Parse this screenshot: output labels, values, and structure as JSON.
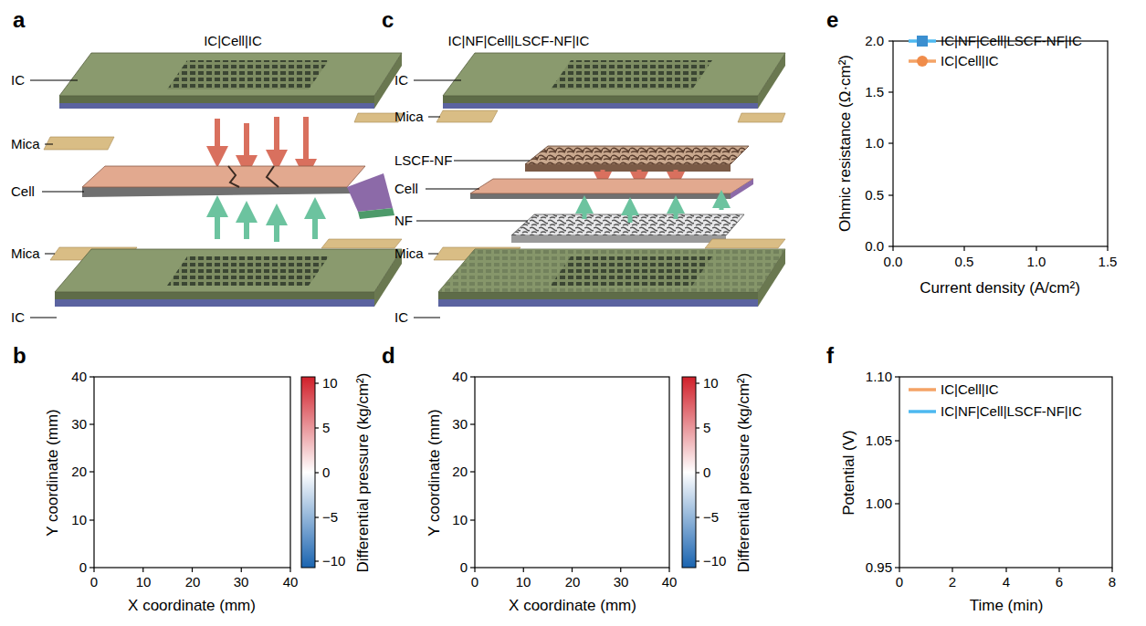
{
  "diagram": {
    "labels": [
      "a",
      "IC|Cell|IC",
      "IC",
      "Mica",
      "Cell",
      "Mica",
      "IC",
      "c",
      "IC|NF|Cell|LSCF-NF|IC",
      "IC",
      "Mica",
      "LSCF-NF",
      "Cell",
      "NF",
      "Mica",
      "IC",
      "e",
      "Ohmic resistance (Ω·cm²)",
      "2.0",
      "1.5",
      "1.0",
      "0.5",
      "0.0",
      "0.0",
      "0.5",
      "1.0",
      "1.5",
      "Current density (A/cm²)",
      "b",
      "Y coordinate (mm)",
      "40",
      "30",
      "20",
      "10",
      "0",
      "0",
      "10",
      "20",
      "30",
      "40",
      "X coordinate (mm)",
      "10",
      "5",
      "0",
      "−5",
      "−10",
      "Differential pressure (kg/cm²)",
      "d",
      "Y coordinate (mm)",
      "40",
      "30",
      "20",
      "10",
      "0",
      "0",
      "10",
      "20",
      "30",
      "40",
      "X coordinate (mm)",
      "10",
      "5",
      "0",
      "−5",
      "−10",
      "Differential pressure (kg/cm²)",
      "f",
      "Potential (V)",
      "1.10",
      "1.05",
      "1.00",
      "0.95",
      "0",
      "2",
      "4",
      "6",
      "8",
      "Time (min)"
    ],
    "legend": [
      {
        "text": "IC|NF|Cell|LSCF-NF|IC"
      },
      {
        "text": "IC|Cell|IC"
      },
      {
        "text": "IC|Cell|IC"
      },
      {
        "text": "IC|NF|Cell|LSCF-NF|IC"
      }
    ]
  }
}
